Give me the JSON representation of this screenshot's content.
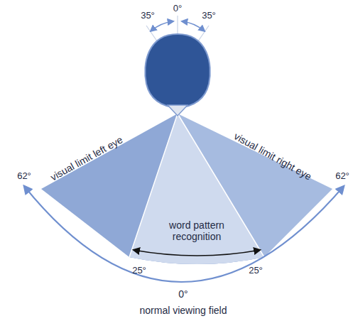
{
  "diagram": {
    "labels": [
      "35°",
      "0°",
      "35°",
      "visual limit left eye",
      "visual limit right eye",
      "62°",
      "62°",
      "word pattern recognition",
      "25°",
      "25°",
      "0°",
      "normal viewing field"
    ]
  }
}
